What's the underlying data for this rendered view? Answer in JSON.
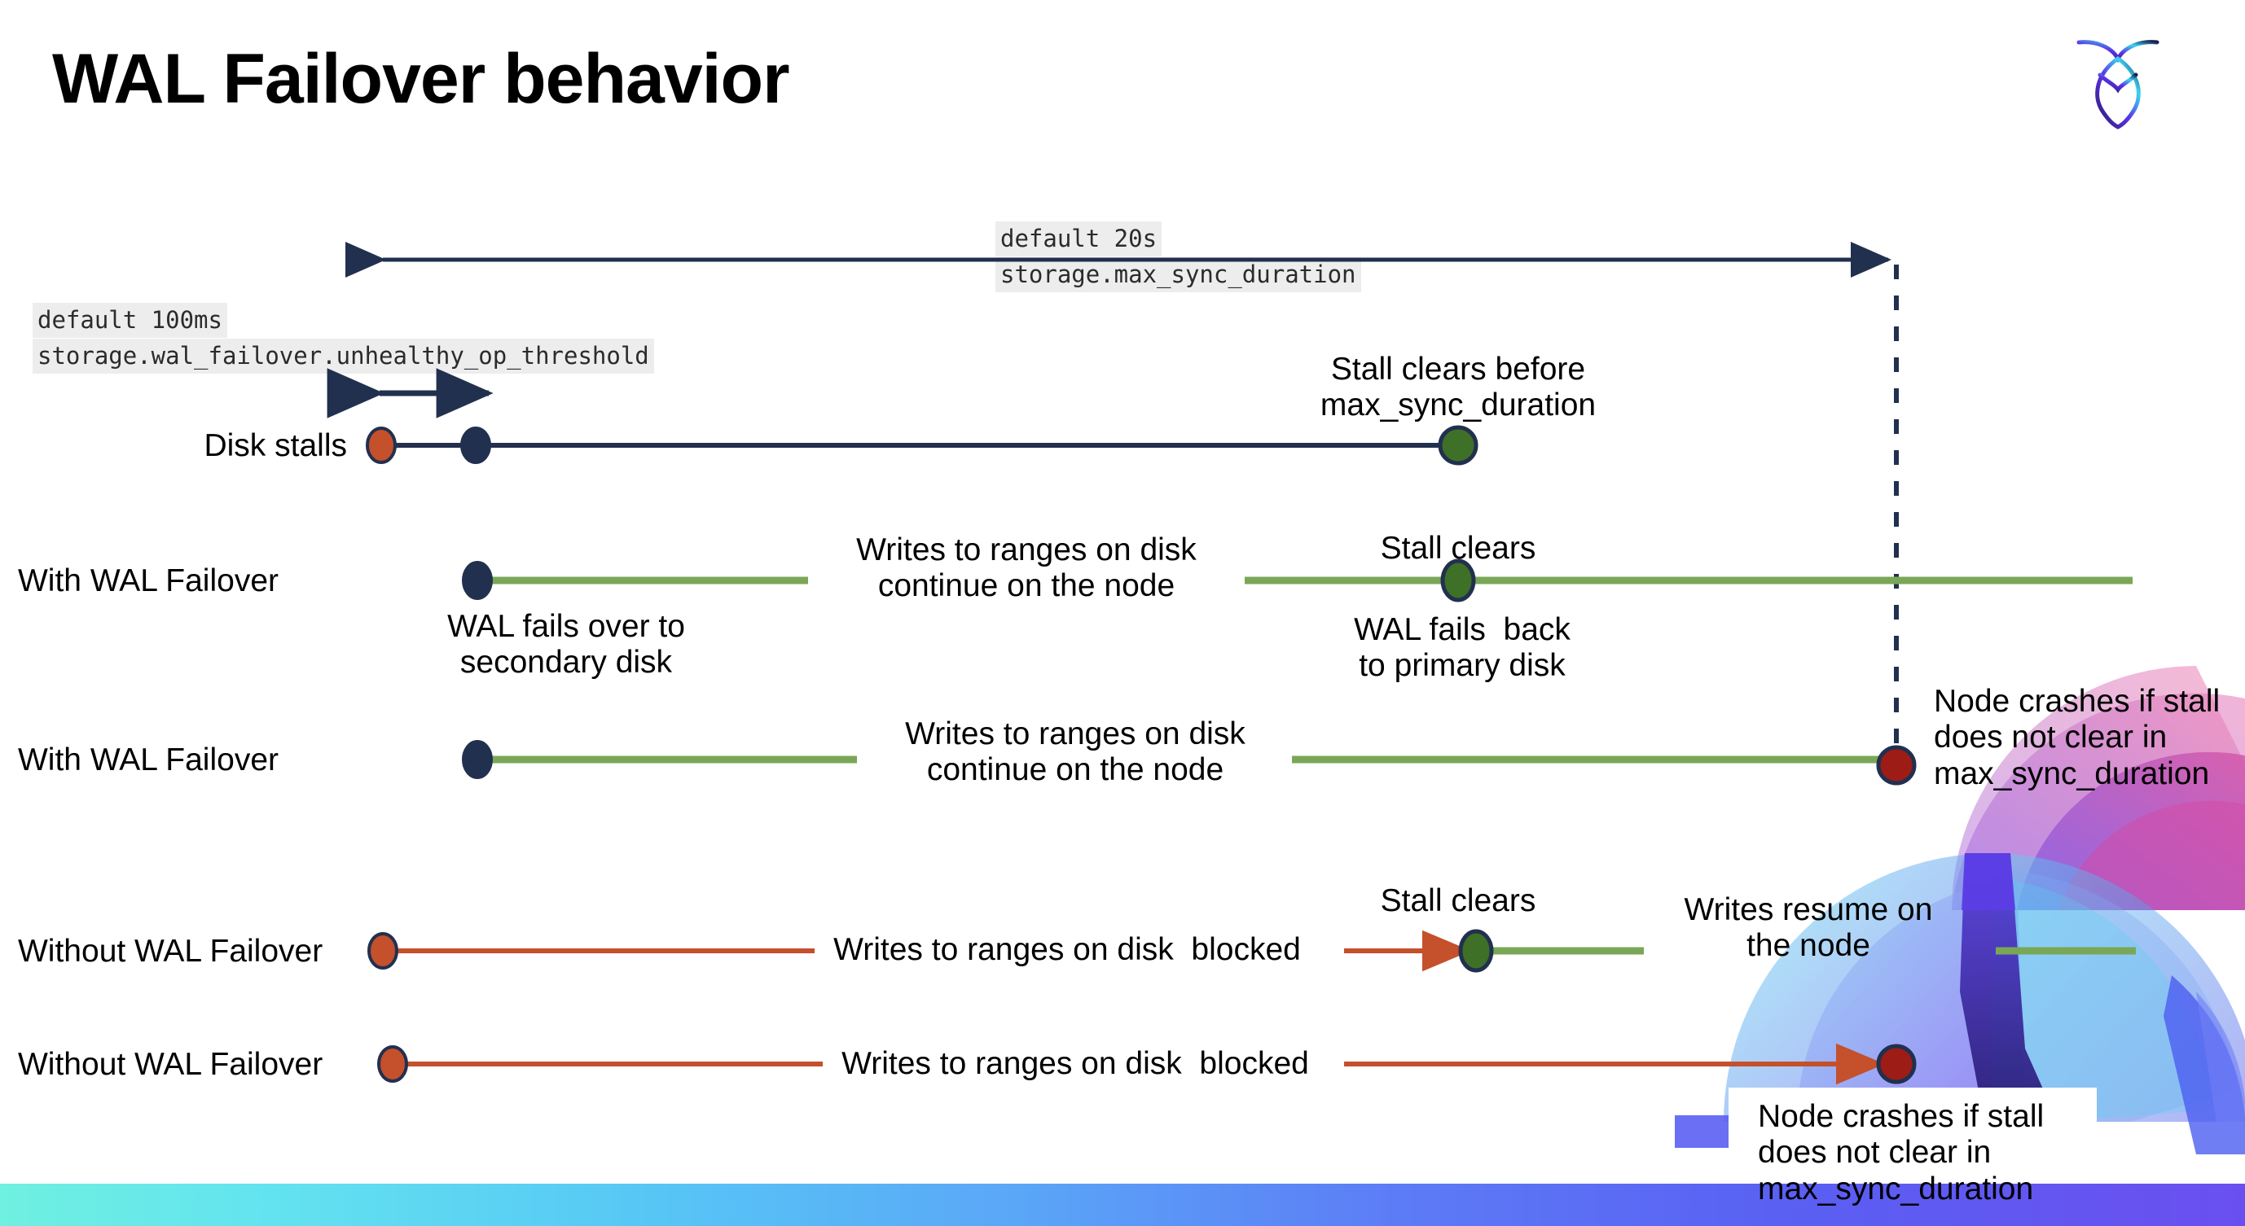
{
  "slide": {
    "title": "WAL Failover behavior",
    "logo_name": "cockroachdb-logo"
  },
  "colors": {
    "navy": "#22304f",
    "green_line": "#7aa757",
    "green_dot": "#3f7027",
    "orange": "#c4502c",
    "red_dot": "#9e1c16",
    "code_bg": "#ededed",
    "text": "#000000"
  },
  "annotations": {
    "max_sync": {
      "default": "default 20s",
      "setting": "storage.max_sync_duration"
    },
    "unhealthy_op": {
      "default": "default 100ms",
      "setting": "storage.wal_failover.unhealthy_op_threshold"
    }
  },
  "rows": [
    {
      "name": "disk-stalls",
      "label": "Disk stalls",
      "notes": [
        "Stall clears before\nmax_sync_duration"
      ]
    },
    {
      "name": "with-wal-failover-1",
      "label": "With WAL Failover",
      "notes": [
        "Writes to ranges on disk\ncontinue on the node",
        "Stall clears",
        "WAL fails over to\nsecondary disk",
        "WAL fails  back\nto primary disk"
      ]
    },
    {
      "name": "with-wal-failover-2",
      "label": "With WAL Failover",
      "notes": [
        "Writes to ranges on disk\ncontinue on the node",
        "Node crashes if stall\ndoes not clear in\nmax_sync_duration"
      ]
    },
    {
      "name": "without-wal-failover-1",
      "label": "Without WAL Failover",
      "notes": [
        "Writes to ranges on disk  blocked",
        "Stall clears",
        "Writes resume on\nthe node"
      ]
    },
    {
      "name": "without-wal-failover-2",
      "label": "Without WAL Failover",
      "notes": [
        "Writes to ranges on disk  blocked",
        "Node crashes if stall\ndoes not clear in\nmax_sync_duration"
      ]
    }
  ],
  "labels": {
    "disk_stalls": "Disk stalls",
    "with_wal_failover_a": "With WAL Failover",
    "with_wal_failover_b": "With WAL Failover",
    "without_wal_failover_a": "Without WAL Failover",
    "without_wal_failover_b": "Without WAL Failover",
    "stall_clears_before": "Stall clears before\nmax_sync_duration",
    "writes_continue_1": "Writes to ranges on disk\ncontinue on the node",
    "writes_continue_2": "Writes to ranges on disk\ncontinue on the node",
    "stall_clears_1": "Stall clears",
    "stall_clears_2": "Stall clears",
    "wal_fails_over": "WAL fails over to\nsecondary disk",
    "wal_fails_back": "WAL fails  back\nto primary disk",
    "node_crashes_1": "Node crashes if stall\ndoes not clear in\nmax_sync_duration",
    "node_crashes_2": "Node crashes if stall\ndoes not clear in\nmax_sync_duration",
    "writes_blocked_1": "Writes to ranges on disk  blocked",
    "writes_blocked_2": "Writes to ranges on disk  blocked",
    "writes_resume": "Writes resume on\nthe node"
  }
}
